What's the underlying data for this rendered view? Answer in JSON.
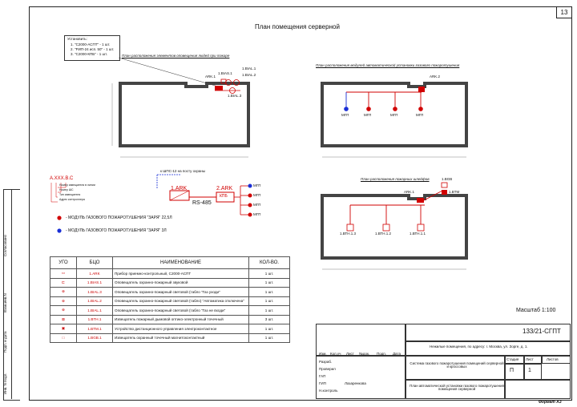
{
  "page_number": "13",
  "main_title": "План помещения серверной",
  "installed_note": {
    "title": "Установить:",
    "lines": [
      "1.  \"С2000-АСПТ\" - 1 шт.",
      "2.  \"РИП-24 исп. 50\" - 1 шт.",
      "3.  \"С2000-КПБ\" - 1 шт."
    ]
  },
  "plan1": {
    "title": "План расположения элементов оповещения людей при пожаре",
    "labels": [
      "ARK.1",
      "1.BIAS.1",
      "1.BIAL.1",
      "1.BIAL.2",
      "1.BIAL.3"
    ]
  },
  "plan2": {
    "title": "План расположения модулей автоматической установки газового пожаротушения",
    "labels": [
      "ARK.2",
      "МГП",
      "МГП",
      "МГП",
      "МГП"
    ]
  },
  "plan3": {
    "title": "План расположения пожарных шлейфов",
    "labels": [
      "ARK.1",
      "1.BGB",
      "1.BTM",
      "1.ВТН.1.3",
      "1.ВТН.1.2",
      "1.ВТН.1.1"
    ]
  },
  "address_legend": {
    "code": "A.XXX.B.C",
    "lines": [
      "Номер извещателя в линии",
      "Номер ШС",
      "Тип извещателя",
      "Адрес контроллера"
    ]
  },
  "scheme": {
    "top_label": "к ШПС-12 на посту охраны",
    "ark1": "1.ARK",
    "ark2": "2.ARK",
    "kpb": "КПБ",
    "rs": "RS-485",
    "mgp": [
      "МГП",
      "МГП",
      "МГП",
      "МГП"
    ]
  },
  "legend": [
    {
      "text": "-  МОДУЛЬ ГАЗОВОГО ПОЖАРОТУШЕНИЯ \"ЗАРЯ\" 22,5Л",
      "color": "#d10000"
    },
    {
      "text": "-  МОДУЛЬ ГАЗОВОГО ПОЖАРОТУШЕНИЯ \"ЗАРЯ\" 3Л",
      "color": "#1a2fd6"
    }
  ],
  "spec_table": {
    "headers": [
      "УГО",
      "БЦО",
      "НАИМЕНОВАНИЕ",
      "КОЛ-ВО."
    ],
    "rows": [
      {
        "pos": "1.ARK",
        "name": "Прибор приемно-контрольный, С2000-АСПТ",
        "qty": "1 шт."
      },
      {
        "pos": "1.BIAS.1",
        "name": "Оповещатель охранно-пожарный звуковой",
        "qty": "1 шт."
      },
      {
        "pos": "1.BIAL.3",
        "name": "Оповещатель охранно-пожарный световой (табло \"Газ уходи\"",
        "qty": "1 шт."
      },
      {
        "pos": "1.BIAL.2",
        "name": "Оповещатель охранно-пожарный световой (табло) \"Автоматика отключена\"",
        "qty": "1 шт."
      },
      {
        "pos": "1.BIAL.1",
        "name": "Оповещатель охранно-пожарный световой (табло \"Газ не входи\"",
        "qty": "1 шт."
      },
      {
        "pos": "1.BTH.1",
        "name": "Извещатель пожарный дымовой оптико-электронный точечный",
        "qty": "3 шт."
      },
      {
        "pos": "1.BTM.1",
        "name": "Устройство дистанционного управления электроконтактное",
        "qty": "1 шт."
      },
      {
        "pos": "1.BGB.1",
        "name": "Извещатель охранный точечный магнитоконтактный",
        "qty": "1 шт."
      }
    ]
  },
  "scale": "Масштаб 1:100",
  "stamp": {
    "code": "133/21-СГПТ",
    "address": "Нежилые помещения, по адресу:  г. Москва, ул. Зорге, д. 1.",
    "system": "Система газового пожаротушения помещений серверной и кроссовых",
    "sheet_title": "План автоматической установки газового пожаротушения помещения серверной",
    "col_headers": [
      "Изм.",
      "Кол.уч",
      "Лист",
      "№док.",
      "Подп.",
      "Дата"
    ],
    "roles": [
      "Разраб.",
      "Проверил",
      "ГАП",
      "ГИП",
      "Н.контроль"
    ],
    "gip_name": "Лазаренкова",
    "stage_head": "Стадия",
    "sheet_head": "Лист",
    "sheets_head": "Листов",
    "stage": "П",
    "sheet": "1",
    "format": "Формат А3"
  },
  "side_labels": [
    "Согласовано",
    "Взам.инв.N",
    "Подп. и дата",
    "Инв. N подл."
  ],
  "colors": {
    "red": "#d10000",
    "blue": "#1a2fd6"
  }
}
